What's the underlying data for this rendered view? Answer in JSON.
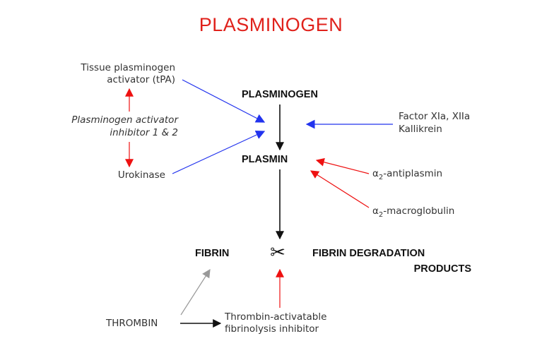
{
  "title": "PLASMINOGEN",
  "nodes": {
    "plasminogen": "PLASMINOGEN",
    "plasmin": "PLASMIN",
    "fibrin": "FIBRIN",
    "fdp_line1": "FIBRIN DEGRADATION",
    "fdp_line2": "PRODUCTS",
    "tpa_line1": "Tissue plasminogen",
    "tpa_line2": "activator (tPA)",
    "pai_line1": "Plasminogen activator",
    "pai_line2": "inhibitor 1 & 2",
    "urokinase": "Urokinase",
    "factor_line1": "Factor XIa, XIIa",
    "factor_line2": "Kallikrein",
    "antiplasmin_greek": "α",
    "antiplasmin_sub": "2",
    "antiplasmin_rest": "-antiplasmin",
    "macroglobulin_greek": "α",
    "macroglobulin_sub": "2",
    "macroglobulin_rest": "-macroglobulin",
    "thrombin": "THROMBIN",
    "tafi_line1": "Thrombin-activatable",
    "tafi_line2": "fibrinolysis inhibitor",
    "scissors": "✂"
  },
  "colors": {
    "title": "#e0211b",
    "activation": "#2233ee",
    "inhibition": "#ee1111",
    "main_flow": "#111111",
    "thrombin_to_fibrin": "#999999"
  }
}
